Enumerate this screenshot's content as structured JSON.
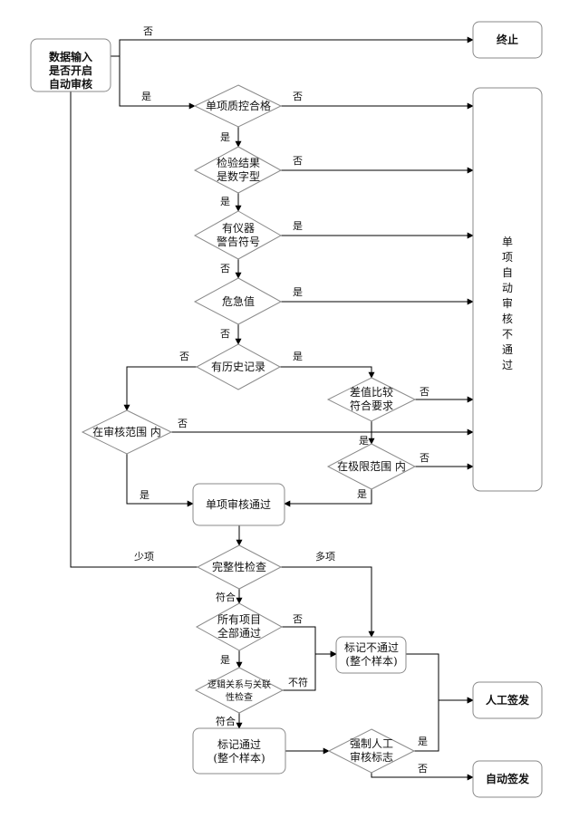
{
  "nodes": {
    "input": {
      "lines": [
        "数据输入",
        "是否开启",
        "自动审核"
      ]
    },
    "terminate": {
      "lines": [
        "终止"
      ]
    },
    "qc": {
      "lines": [
        "单项质控合格"
      ]
    },
    "numeric": {
      "lines": [
        "检验结果",
        "是数字型"
      ]
    },
    "warning": {
      "lines": [
        "有仪器",
        "警告符号"
      ]
    },
    "critical": {
      "lines": [
        "危急值"
      ]
    },
    "history": {
      "lines": [
        "有历史记录"
      ]
    },
    "delta": {
      "lines": [
        "差值比较",
        "符合要求"
      ]
    },
    "review_range": {
      "lines": [
        "在审核范围 内"
      ]
    },
    "limit_range": {
      "lines": [
        "在极限范围 内"
      ]
    },
    "item_pass": {
      "lines": [
        "单项审核通过"
      ]
    },
    "completeness": {
      "lines": [
        "完整性检查"
      ]
    },
    "all_pass": {
      "lines": [
        "所有项目",
        "全部通过"
      ]
    },
    "mark_fail": {
      "lines": [
        "标记不通过",
        "(整个样本)"
      ]
    },
    "logic": {
      "lines": [
        "逻辑关系与关联",
        "性检查"
      ]
    },
    "mark_pass": {
      "lines": [
        "标记通过",
        "(整个样本)"
      ]
    },
    "forced": {
      "lines": [
        "强制人工",
        "审核标志"
      ]
    },
    "manual": {
      "lines": [
        "人工签发"
      ]
    },
    "auto": {
      "lines": [
        "自动签发"
      ]
    },
    "fail_box": {
      "lines": [
        "单",
        "项",
        "自",
        "动",
        "审",
        "核",
        "不",
        "通",
        "过"
      ]
    }
  },
  "edge_labels": {
    "input_no": "否",
    "input_yes": "是",
    "qc_no": "否",
    "qc_yes": "是",
    "numeric_no": "否",
    "numeric_yes": "是",
    "warning_yes": "是",
    "warning_no": "否",
    "critical_yes": "是",
    "critical_no": "否",
    "history_no": "否",
    "history_yes": "是",
    "delta_no": "否",
    "delta_yes": "是",
    "review_no": "否",
    "review_yes": "是",
    "limit_no": "否",
    "limit_yes": "是",
    "complete_few": "少项",
    "complete_many": "多项",
    "complete_ok": "符合",
    "allpass_no": "否",
    "allpass_yes": "是",
    "logic_bad": "不符",
    "logic_ok": "符合",
    "forced_yes": "是",
    "forced_no": "否"
  }
}
